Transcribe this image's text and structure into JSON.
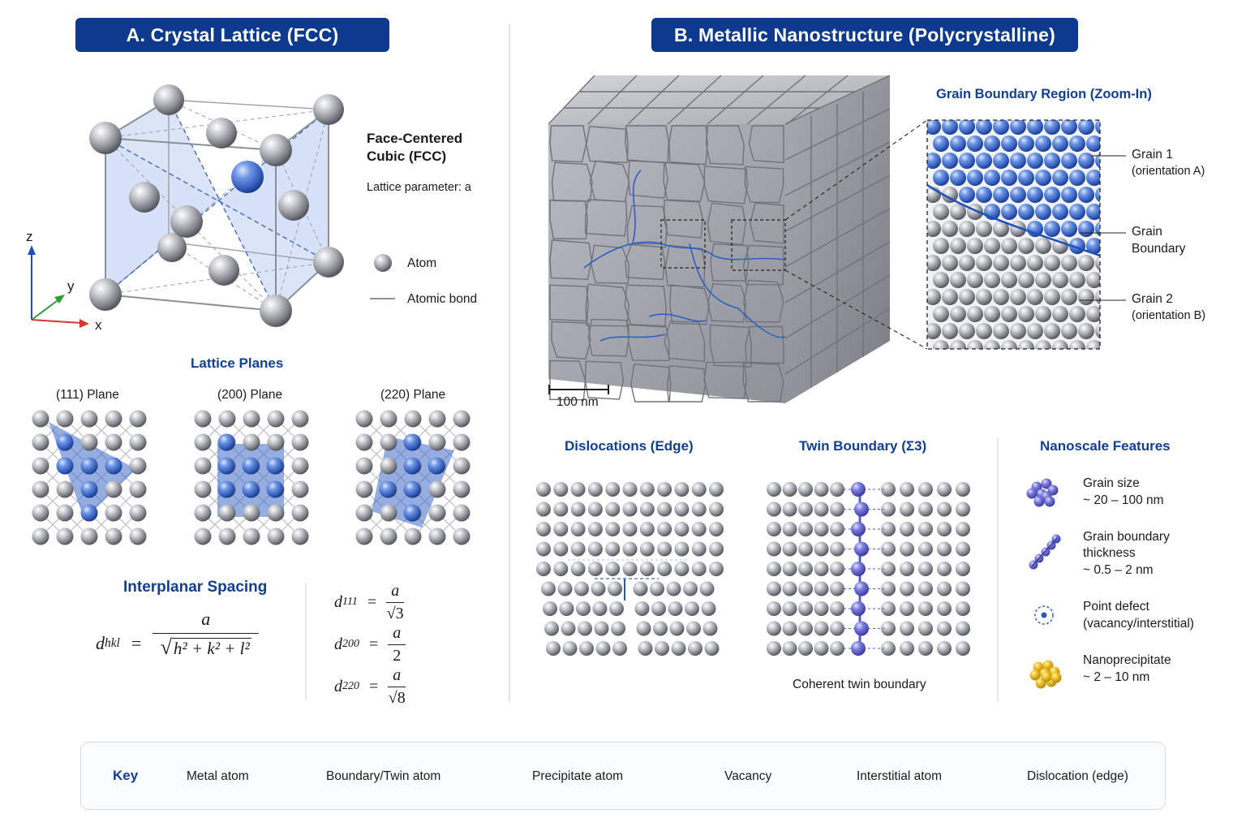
{
  "panel_a": {
    "title": "A. Crystal Lattice (FCC)",
    "fcc_label_line1": "Face-Centered",
    "fcc_label_line2": "Cubic (FCC)",
    "lattice_parameter": "Lattice parameter: a",
    "legend_atom": "Atom",
    "legend_bond": "Atomic bond",
    "axes": {
      "z": "z",
      "y": "y",
      "x": "x"
    },
    "lattice_planes_title": "Lattice Planes",
    "planes": [
      "(111) Plane",
      "(200) Plane",
      "(220) Plane"
    ],
    "interplanar_title": "Interplanar Spacing",
    "formula": {
      "lhs": "d",
      "lhs_sub": "hkl",
      "numerator": "a",
      "denominator": "h² + k² + l²"
    },
    "spacings": [
      {
        "sub": "111",
        "num": "a",
        "den": "√3"
      },
      {
        "sub": "200",
        "num": "a",
        "den": "2"
      },
      {
        "sub": "220",
        "num": "a",
        "den": "√8"
      }
    ]
  },
  "panel_b": {
    "title": "B. Metallic Nanostructure (Polycrystalline)",
    "zoom_title": "Grain Boundary Region (Zoom-In)",
    "grain1_line1": "Grain 1",
    "grain1_line2": "(orientation A)",
    "boundary_line1": "Grain",
    "boundary_line2": "Boundary",
    "grain2_line1": "Grain 2",
    "grain2_line2": "(orientation B)",
    "scale_bar": "100 nm",
    "dislocations_title": "Dislocations (Edge)",
    "twin_title": "Twin Boundary (Σ3)",
    "twin_caption": "Coherent twin boundary",
    "nanoscale_title": "Nanoscale Features",
    "features": [
      {
        "line1": "Grain size",
        "line2": "~ 20 – 100 nm",
        "line3": ""
      },
      {
        "line1": "Grain boundary",
        "line2": "thickness",
        "line3": "~ 0.5 – 2 nm"
      },
      {
        "line1": "Point defect",
        "line2": "(vacancy/interstitial)",
        "line3": ""
      },
      {
        "line1": "Nanoprecipitate",
        "line2": "~ 2 – 10 nm",
        "line3": ""
      }
    ]
  },
  "key": {
    "title": "Key",
    "items": [
      "Metal atom",
      "Boundary/Twin atom",
      "Precipitate atom",
      "Vacancy",
      "Interstitial atom",
      "Dislocation (edge)"
    ]
  },
  "colors": {
    "navy": "#0d3a8c",
    "metal": "#9a9ca1",
    "boundary_blue": "#3f69c9",
    "precipitate_gold": "#e7b91f",
    "twin_purple": "#5a5cc4"
  }
}
